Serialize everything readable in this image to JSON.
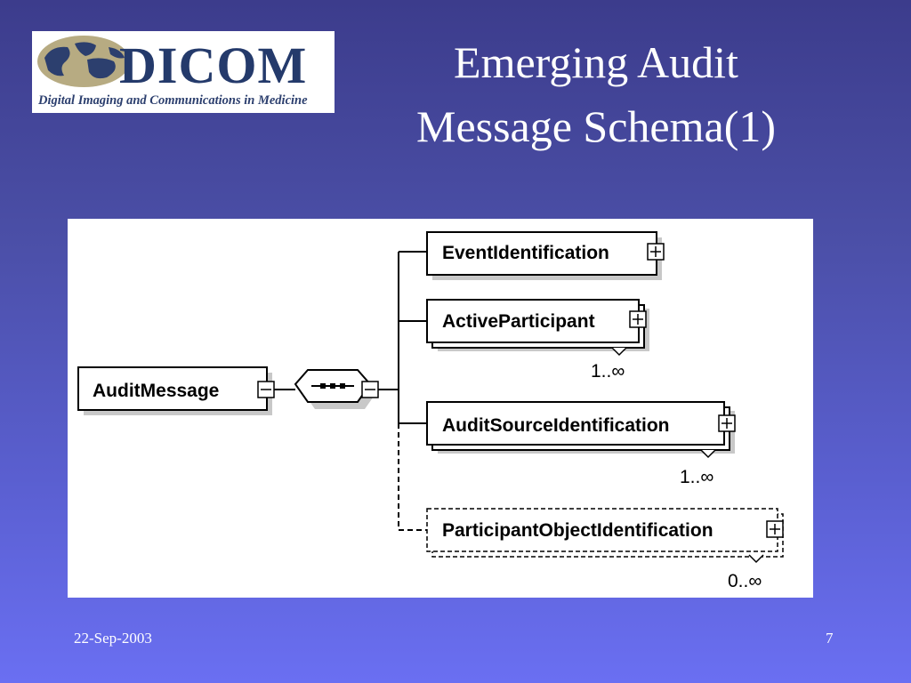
{
  "logo": {
    "wordmark": "DICOM",
    "tagline": "Digital Imaging and Communications in Medicine",
    "globe_colors": [
      "#9a8a5a",
      "#2c3f6e"
    ]
  },
  "title": {
    "line1": "Emerging Audit",
    "line2": "Message Schema(1)"
  },
  "diagram": {
    "root": "AuditMessage",
    "connector_symbol": "sequence",
    "elements": [
      {
        "name": "EventIdentification",
        "cardinality": "",
        "repeated": false,
        "optional": false
      },
      {
        "name": "ActiveParticipant",
        "cardinality": "1..∞",
        "repeated": true,
        "optional": false
      },
      {
        "name": "AuditSourceIdentification",
        "cardinality": "1..∞",
        "repeated": true,
        "optional": false
      },
      {
        "name": "ParticipantObjectIdentification",
        "cardinality": "0..∞",
        "repeated": true,
        "optional": true
      }
    ]
  },
  "footer": {
    "date": "22-Sep-2003",
    "page": "7"
  },
  "colors": {
    "background_top": "#3c3c8c",
    "background_bottom": "#6a6ff2",
    "text": "#ffffff",
    "box_shadow": "#c8c8c8"
  }
}
